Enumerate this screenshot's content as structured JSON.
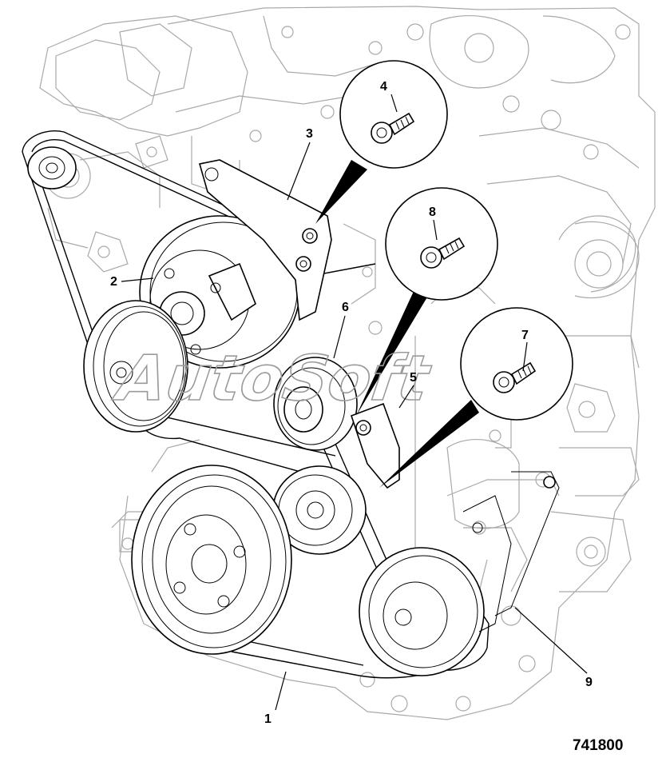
{
  "figure": {
    "figure_number": "741800",
    "watermark": "AutoSoft"
  },
  "callouts": [
    {
      "id": "c1",
      "label": "1"
    },
    {
      "id": "c2",
      "label": "2"
    },
    {
      "id": "c3",
      "label": "3"
    },
    {
      "id": "c4",
      "label": "4"
    },
    {
      "id": "c5",
      "label": "5"
    },
    {
      "id": "c6",
      "label": "6"
    },
    {
      "id": "c7",
      "label": "7"
    },
    {
      "id": "c8",
      "label": "8"
    },
    {
      "id": "c9",
      "label": "9"
    }
  ],
  "icons": {
    "bolt_detail": "bolt-icon",
    "pulley": "pulley-icon"
  }
}
